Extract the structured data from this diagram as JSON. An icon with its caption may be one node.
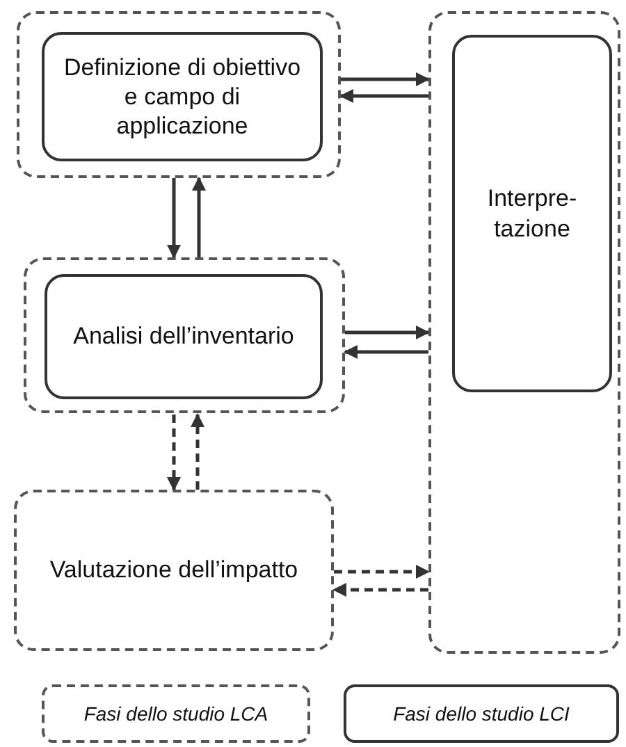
{
  "diagram": {
    "nodes": [
      {
        "text": [],
        "shape": "box"
      },
      {
        "text": [
          "Definizione di obiettivo e campo di applicazione"
        ],
        "in": 0
      },
      {
        "text": [],
        "shape": "box"
      },
      {
        "text": [
          "Interpre- tazione"
        ],
        "in": 2
      },
      {
        "text": [],
        "shape": "box"
      },
      {
        "text": [
          "Analisi dell’inventario"
        ],
        "in": 4
      },
      {
        "text": [
          "Valutazione dell’impatto"
        ]
      }
    ],
    "edges": [
      {
        "from": 0,
        "to": 2,
        "arrow": "to"
      },
      {
        "from": 2,
        "to": 0,
        "arrow": "to"
      },
      {
        "from": 0,
        "to": 4,
        "arrow": "to"
      },
      {
        "from": 4,
        "to": 0,
        "arrow": "to"
      },
      {
        "from": 4,
        "to": 2,
        "arrow": "to"
      },
      {
        "from": 2,
        "to": 4,
        "arrow": "to"
      },
      {
        "from": 4,
        "to": 6,
        "arrow": "to",
        "style": "dashed"
      },
      {
        "from": 6,
        "to": 4,
        "arrow": "to",
        "style": "dashed"
      },
      {
        "from": 6,
        "to": 2,
        "arrow": "to",
        "style": "dashed"
      },
      {
        "from": 2,
        "to": 6,
        "arrow": "to",
        "style": "dashed"
      }
    ],
    "legend": [
      {
        "text": "Fasi dello studio LCA"
      },
      {
        "text": "Fasi dello studio LCI"
      }
    ]
  }
}
